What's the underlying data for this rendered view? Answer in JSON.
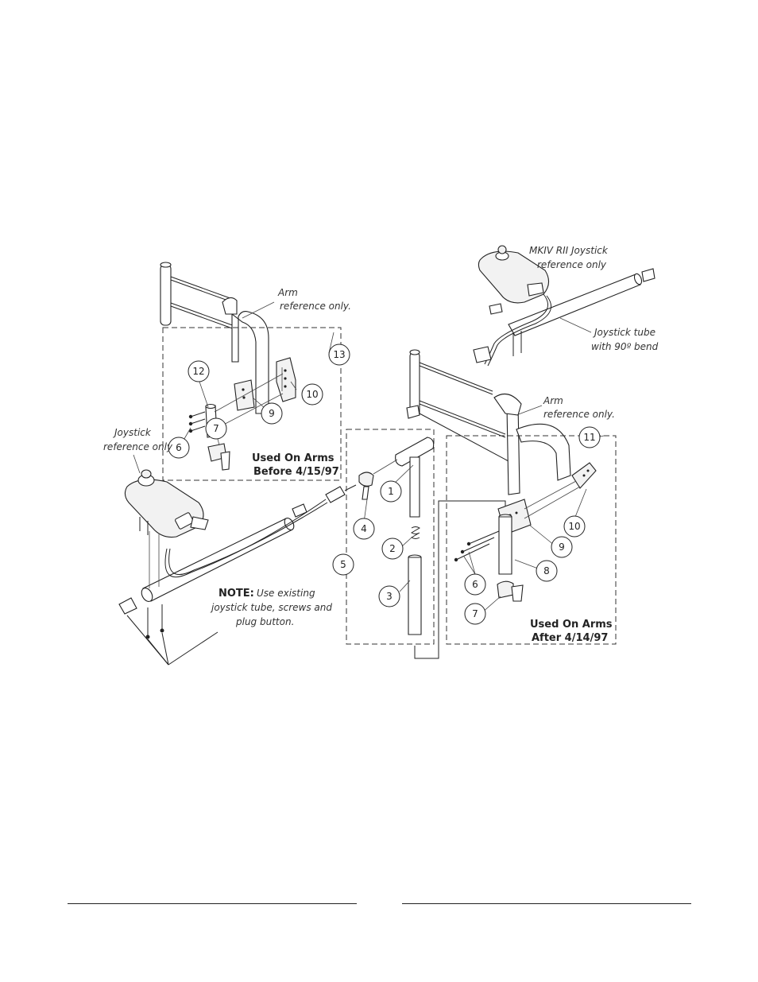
{
  "callouts": {
    "c1": "1",
    "c2": "2",
    "c3": "3",
    "c4": "4",
    "c5": "5",
    "c6_left": "6",
    "c6_right": "6",
    "c7_left": "7",
    "c7_right": "7",
    "c8": "8",
    "c9_left": "9",
    "c9_right": "9",
    "c10_left": "10",
    "c10_right": "10",
    "c11": "11",
    "c12": "12",
    "c13": "13"
  },
  "labels": {
    "arm_left": [
      "Arm",
      "reference only."
    ],
    "arm_right": [
      "Arm",
      "reference only."
    ],
    "joystick_left": [
      "Joystick",
      "reference only"
    ],
    "mkiv": [
      "MKIV  RII Joystick",
      "reference only"
    ],
    "joystick_tube": [
      "Joystick tube",
      "with 90º bend"
    ],
    "used_before": [
      "Used On Arms",
      "Before 4/15/97"
    ],
    "used_after": [
      "Used On Arms",
      "After 4/14/97"
    ],
    "note_bold": "NOTE:",
    "note_lines": [
      "Use existing",
      "joystick tube, screws and",
      "plug button."
    ]
  },
  "signature_lines": {
    "count": 2
  }
}
